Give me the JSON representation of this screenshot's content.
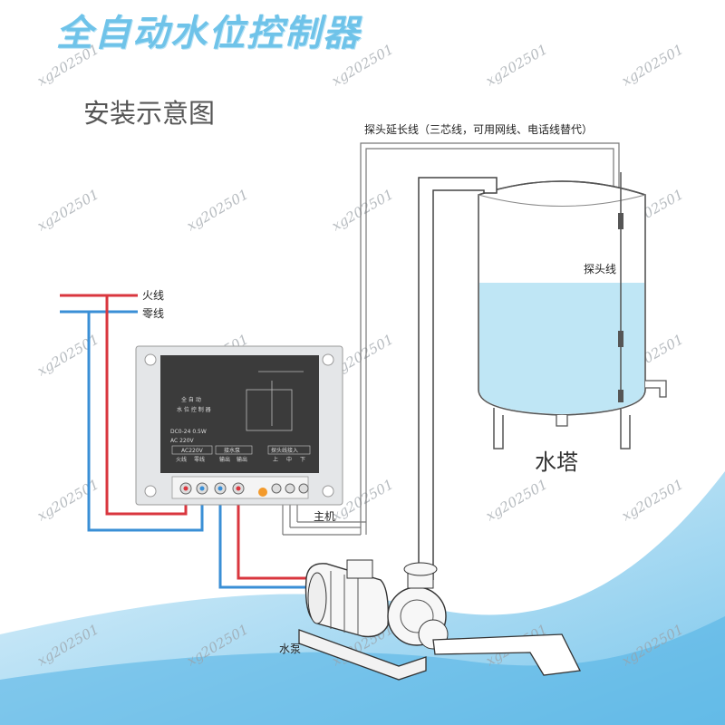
{
  "header": {
    "title": "全自动水位控制器",
    "subtitle": "安装示意图"
  },
  "labels": {
    "probe_extension": "探头延长线（三芯线，可用网线、电话线替代）",
    "probe_line": "探头线",
    "water_tower": "水塔",
    "live_wire": "火线",
    "neutral_wire": "零线",
    "main_unit": "主机",
    "water_pump": "水泵"
  },
  "controller": {
    "name_line1": "全 自 动",
    "name_line2": "水 位 控 制 器",
    "spec1": "DC0-24 0.5W",
    "spec2": "AC 220V",
    "power_header": "AC220V",
    "power_terminals": [
      "火线",
      "零线"
    ],
    "pump_header": "接水泵",
    "pump_terminals": [
      "输出",
      "输出"
    ],
    "signal_header": "探头线接入",
    "signal_terminals": [
      "上",
      "中",
      "下"
    ]
  },
  "watermark": "xg202501",
  "colors": {
    "title": "#6fc3e9",
    "live": "#d9363e",
    "neutral": "#3a8fd6",
    "water": "#bfe6f5"
  }
}
